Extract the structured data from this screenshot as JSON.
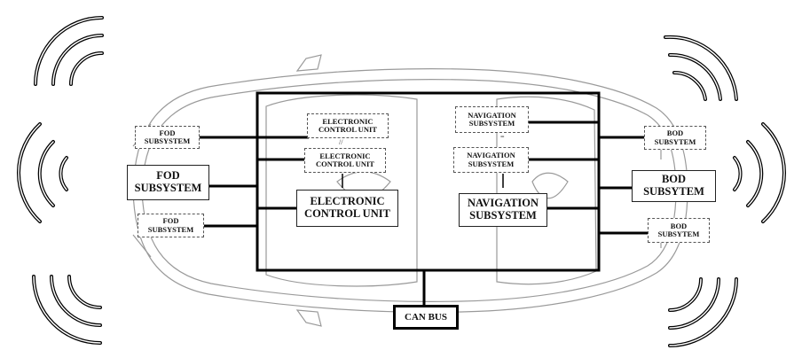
{
  "diagram": {
    "fod_top": [
      "FOD",
      "SUBSYSTEM"
    ],
    "fod_mid": [
      "FOD",
      "SUBSYSTEM"
    ],
    "fod_bot": [
      "FOD",
      "SUBSYSTEM"
    ],
    "ecu_top": [
      "ELECTRONIC",
      "CONTROL UNIT"
    ],
    "ecu_mid": [
      "ELECTRONIC",
      "CONTROL UNIT"
    ],
    "ecu_main": [
      "ELECTRONIC",
      "CONTROL UNIT"
    ],
    "nav_top": [
      "NAVIGATION",
      "SUBSYSTEM"
    ],
    "nav_mid": [
      "NAVIGATION",
      "SUBSYSTEM"
    ],
    "nav_main": [
      "NAVIGATION",
      "SUBSYSTEM"
    ],
    "bod_top": [
      "BOD",
      "SUBSYTEM"
    ],
    "bod_mid": [
      "BOD",
      "SUBSYTEM"
    ],
    "bod_bot": [
      "BOD",
      "SUBSYTEM"
    ],
    "can_bus": "CAN BUS",
    "ellipsis_ecu": "//",
    "ellipsis_nav": "=",
    "colors": {
      "line": "#000000",
      "car_outline": "#9a9a9a",
      "wave": "#000000",
      "background": "#ffffff"
    }
  }
}
